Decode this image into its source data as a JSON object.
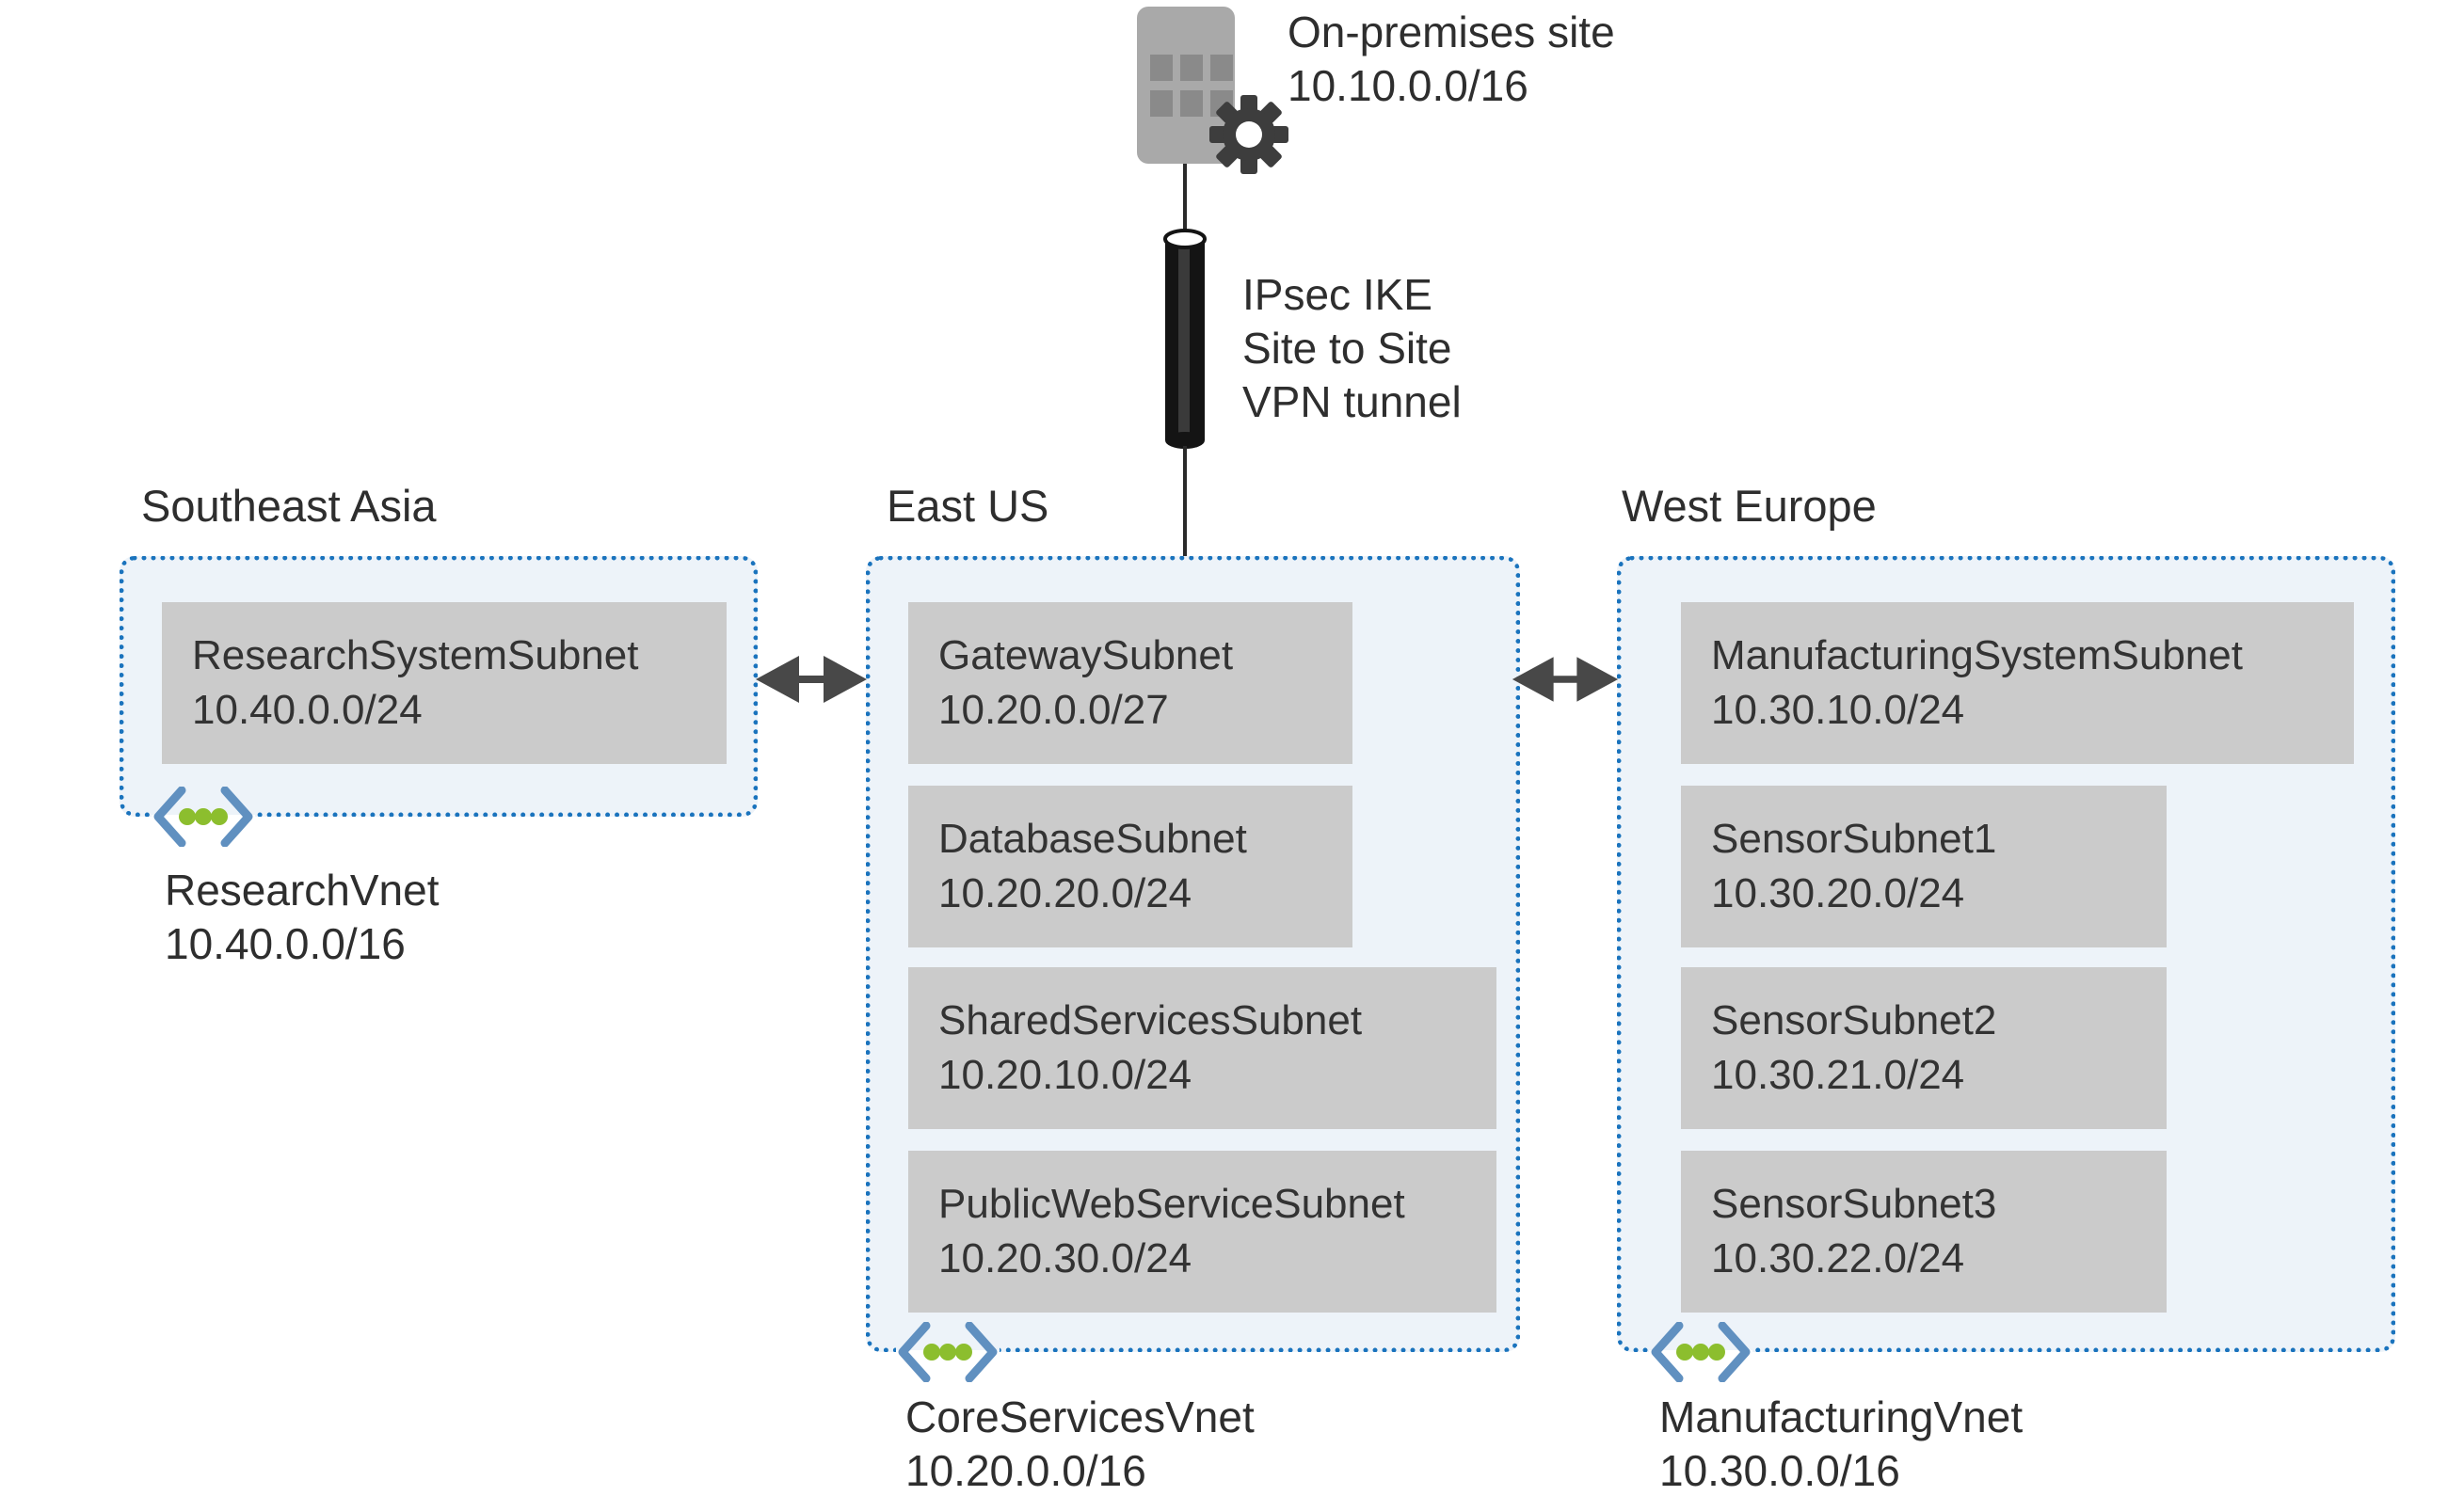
{
  "on_premises": {
    "name": "On-premises site",
    "cidr": "10.10.0.0/16"
  },
  "tunnel": {
    "line1": "IPsec IKE",
    "line2": "Site to Site",
    "line3": "VPN tunnel"
  },
  "regions": [
    {
      "title": "Southeast Asia",
      "vnet": {
        "name": "ResearchVnet",
        "cidr": "10.40.0.0/16"
      },
      "subnets": [
        {
          "name": "ResearchSystemSubnet",
          "cidr": "10.40.0.0/24"
        }
      ]
    },
    {
      "title": "East US",
      "vnet": {
        "name": "CoreServicesVnet",
        "cidr": "10.20.0.0/16"
      },
      "subnets": [
        {
          "name": "GatewaySubnet",
          "cidr": "10.20.0.0/27"
        },
        {
          "name": "DatabaseSubnet",
          "cidr": "10.20.20.0/24"
        },
        {
          "name": "SharedServicesSubnet",
          "cidr": "10.20.10.0/24"
        },
        {
          "name": "PublicWebServiceSubnet",
          "cidr": "10.20.30.0/24"
        }
      ]
    },
    {
      "title": "West Europe",
      "vnet": {
        "name": "ManufacturingVnet",
        "cidr": "10.30.0.0/16"
      },
      "subnets": [
        {
          "name": "ManufacturingSystemSubnet",
          "cidr": "10.30.10.0/24"
        },
        {
          "name": "SensorSubnet1",
          "cidr": "10.30.20.0/24"
        },
        {
          "name": "SensorSubnet2",
          "cidr": "10.30.21.0/24"
        },
        {
          "name": "SensorSubnet3",
          "cidr": "10.30.22.0/24"
        }
      ]
    }
  ],
  "icons": {
    "on_premises": "building-icon",
    "gear": "gear-icon",
    "vpn_tunnel": "cylinder-icon",
    "vnet": "vnet-chevron-dots-icon",
    "peering": "double-arrow-icon"
  },
  "colors": {
    "region_border": "#1a73bd",
    "region_fill": "#edf3f9",
    "subnet_fill": "#cbcbcb",
    "text": "#2e2e2e",
    "arrow": "#484848",
    "building": "#a9a9a9",
    "building_window": "#8a8a8a",
    "gear": "#3d3d3d",
    "tunnel_body": "#141414",
    "vnet_chevron": "#6090c0",
    "vnet_dot": "#8cbe2e"
  }
}
